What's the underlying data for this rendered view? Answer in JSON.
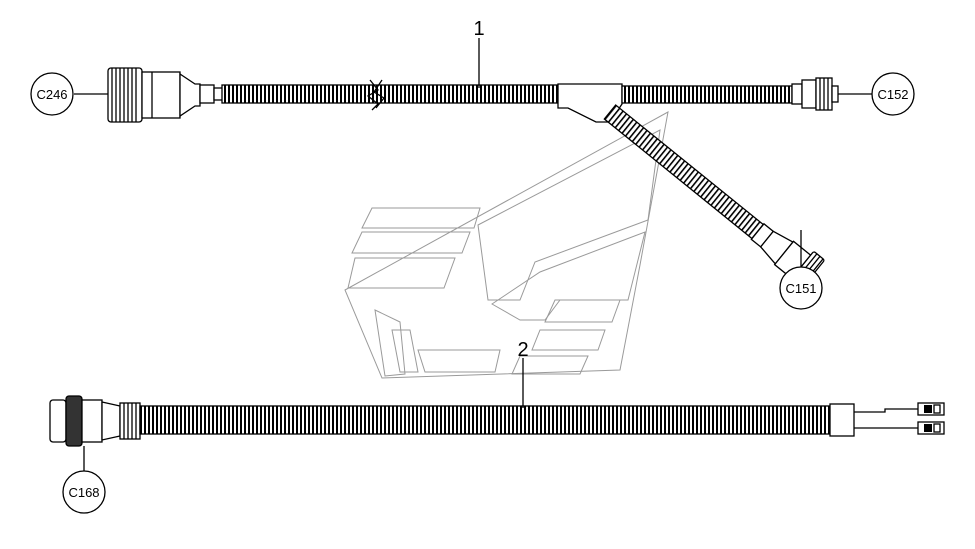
{
  "diagram": {
    "item_numbers": {
      "item_1": "1",
      "item_2": "2"
    },
    "connectors": {
      "c246": "C246",
      "c152": "C152",
      "c151": "C151",
      "c168": "C168"
    }
  }
}
